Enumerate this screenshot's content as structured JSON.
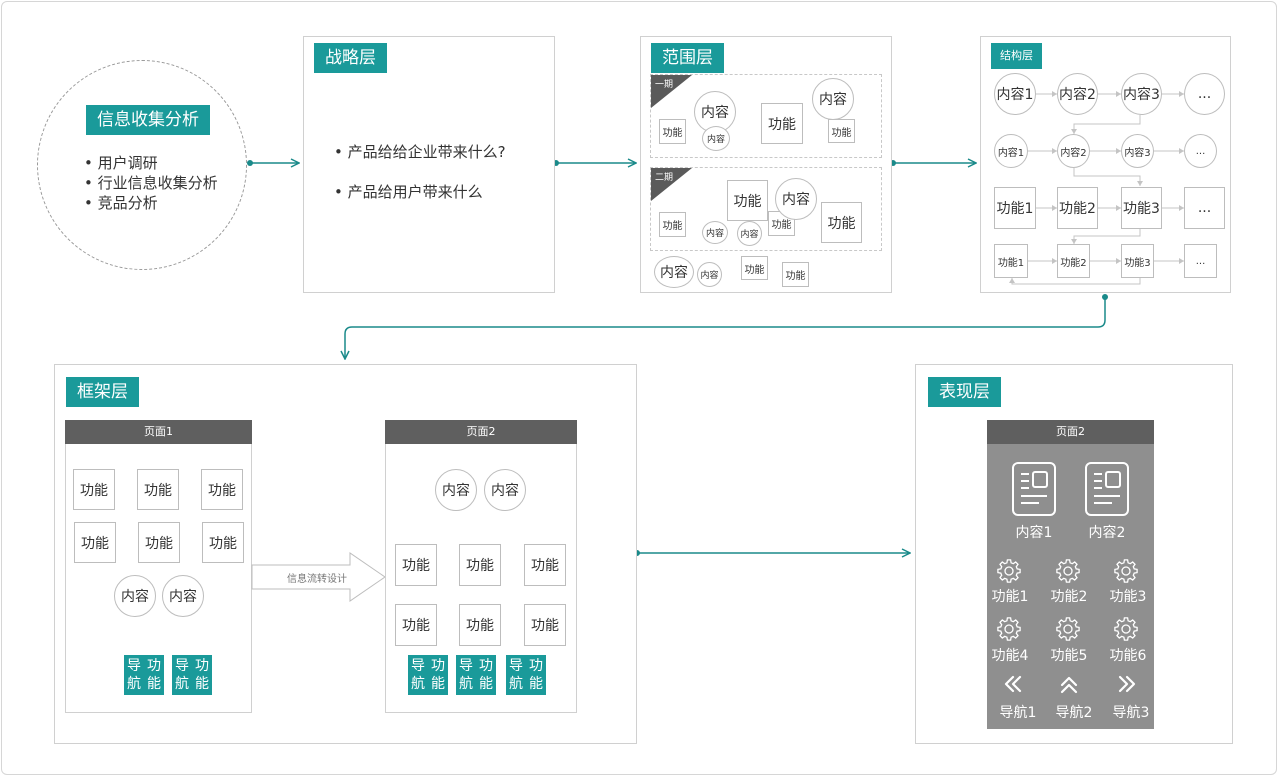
{
  "info": {
    "title": "信息收集分析",
    "bullets": [
      "• 用户调研",
      "• 行业信息收集分析",
      "• 竞品分析"
    ]
  },
  "strategy": {
    "title": "战略层",
    "bullets": [
      "• 产品给给企业带来什么?",
      "• 产品给用户带来什么"
    ]
  },
  "scope": {
    "title": "范围层",
    "phase1": "一期",
    "phase2": "二期",
    "content": "内容",
    "feature": "功能"
  },
  "structure": {
    "title": "结构层",
    "row1": [
      "内容1",
      "内容2",
      "内容3",
      "..."
    ],
    "row2": [
      "内容1",
      "内容2",
      "内容3",
      "..."
    ],
    "row3": [
      "功能1",
      "功能2",
      "功能3",
      "..."
    ],
    "row4": [
      "功能1",
      "功能2",
      "功能3",
      "..."
    ]
  },
  "skeleton": {
    "title": "框架层",
    "page1": "页面1",
    "page2": "页面2",
    "feature": "功能",
    "content": "内容",
    "flow_label": "信息流转设计",
    "nav_line1": "导航",
    "nav_line2": "功能"
  },
  "surface": {
    "title": "表现层",
    "page": "页面2",
    "contents": [
      "内容1",
      "内容2"
    ],
    "features": [
      "功能1",
      "功能2",
      "功能3",
      "功能4",
      "功能5",
      "功能6"
    ],
    "navs": [
      "导航1",
      "导航2",
      "导航3"
    ]
  },
  "colors": {
    "accent": "#1a9a9a",
    "phone_bg": "#8f8f8f",
    "page_header": "#5f5f5f",
    "line": "#1a8a8a"
  }
}
